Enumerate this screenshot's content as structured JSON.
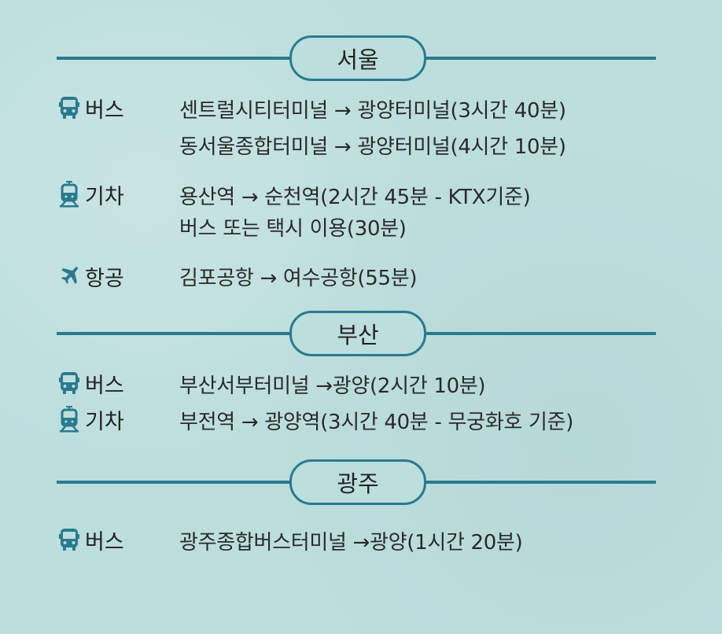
{
  "colors": {
    "accent": "#2a7a8f",
    "background": "#bcdedd",
    "text": "#262a2b"
  },
  "sections": [
    {
      "title": "서울",
      "modes": [
        {
          "icon": "bus-icon",
          "label": "버스",
          "routes": [
            "센트럴시티터미널 → 광양터미널(3시간 40분)",
            "동서울종합터미널 → 광양터미널(4시간 10분)"
          ]
        },
        {
          "icon": "train-icon",
          "label": "기차",
          "routes": [
            "용산역 → 순천역(2시간 45분 - KTX기준)",
            "버스 또는 택시 이용(30분)"
          ]
        },
        {
          "icon": "airplane-icon",
          "label": "항공",
          "routes": [
            "김포공항 → 여수공항(55분)"
          ]
        }
      ]
    },
    {
      "title": "부산",
      "modes": [
        {
          "icon": "bus-icon",
          "label": "버스",
          "routes": [
            "부산서부터미널 →광양(2시간 10분)"
          ]
        },
        {
          "icon": "train-icon",
          "label": "기차",
          "routes": [
            "부전역 → 광양역(3시간 40분 - 무궁화호 기준)"
          ]
        }
      ]
    },
    {
      "title": "광주",
      "modes": [
        {
          "icon": "bus-icon",
          "label": "버스",
          "routes": [
            "광주종합버스터미널 →광양(1시간 20분)"
          ]
        }
      ]
    }
  ]
}
